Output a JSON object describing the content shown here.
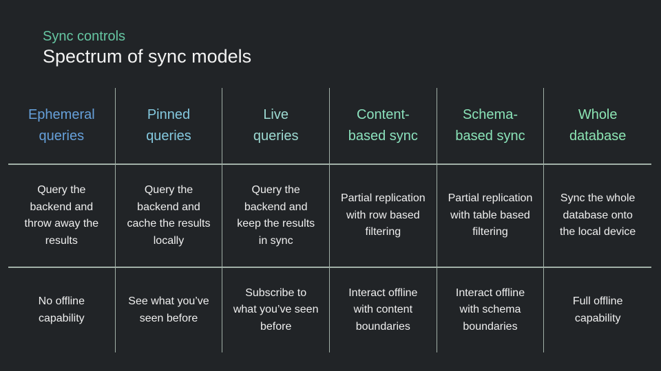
{
  "slide": {
    "eyebrow": "Sync controls",
    "title": "Spectrum of sync models",
    "background_color": "#212427",
    "eyebrow_color": "#66C6A2",
    "title_color": "#F3F3F3"
  },
  "table": {
    "border_color": "#A2B1A8",
    "body_text_color": "#EFEFEF",
    "row_labels": [
      "header",
      "description",
      "offline_capability"
    ],
    "columns": [
      {
        "header": "Ephemeral\nqueries",
        "header_color": "#66A0DA",
        "description": "Query the\nbackend and\nthrow away the\nresults",
        "offline": "No offline\ncapability"
      },
      {
        "header": "Pinned\nqueries",
        "header_color": "#84C9DF",
        "description": "Query the\nbackend and\ncache the results\nlocally",
        "offline": "See what you’ve\nseen before"
      },
      {
        "header": "Live\nqueries",
        "header_color": "#9DDAD2",
        "description": "Query the\nbackend and\nkeep the results\nin sync",
        "offline": "Subscribe to\nwhat you’ve seen\nbefore"
      },
      {
        "header": "Content-\nbased sync",
        "header_color": "#8BE1BD",
        "description": "Partial replication\nwith row based\nfiltering",
        "offline": "Interact offline\nwith content\nboundaries"
      },
      {
        "header": "Schema-\nbased sync",
        "header_color": "#8AE3B8",
        "description": "Partial replication\nwith table based\nfiltering",
        "offline": "Interact offline\nwith schema\nboundaries"
      },
      {
        "header": "Whole\ndatabase",
        "header_color": "#8CE5B3",
        "description": "Sync the whole\ndatabase onto\nthe local device",
        "offline": "Full offline\ncapability"
      }
    ]
  }
}
